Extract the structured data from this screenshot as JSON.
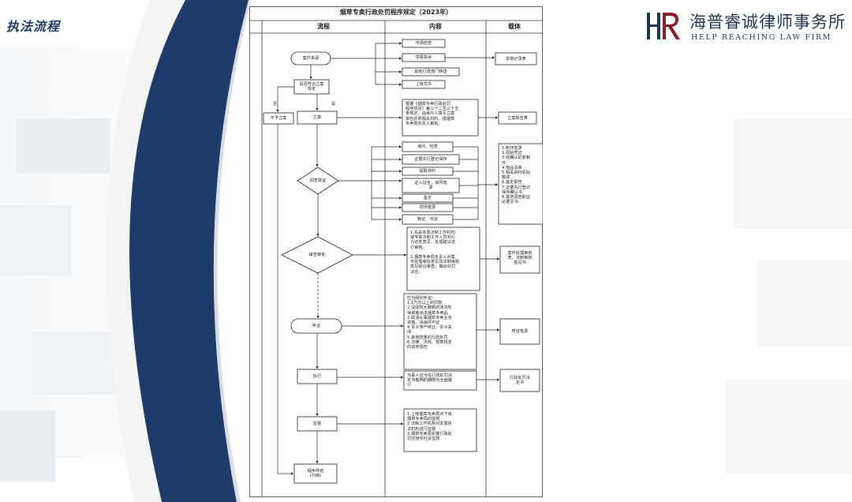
{
  "corner_title": "执法流程",
  "logo": {
    "mark": "HR",
    "chinese": "海普睿诚律师事务所",
    "english": "HELP REACHING LAW FIRM"
  },
  "flowchart": {
    "title": "烟草专卖行政处罚程序规定（2023年）",
    "columns": {
      "process": "流程",
      "content": "内容",
      "carrier": "载体"
    },
    "process": {
      "case_source": "案件来源",
      "meets_criteria": "是否符合立案\n规定",
      "no_case": "不予立案",
      "no": "否",
      "yes": "是",
      "file_case": "立案",
      "investigate": "调查取证",
      "review": "审查审批",
      "hearing": "听证",
      "execute": "执行",
      "supervise": "监督",
      "end": "程序终结\n(归档)"
    },
    "content": {
      "sources": [
        "市场检查",
        "举报投诉",
        "其他行政部门移送",
        "上级交办"
      ],
      "filing_text": "根据《烟草专卖行政处罚\n程序规定》第三十二至三十五\n条规定，由承办人填写立案\n报告并附相关材料，报烟草\n专卖局负责人审批。",
      "investigation_items": [
        "询问、检查",
        "证据先行登记保存",
        "提取资料",
        "证人证言、询问笔\n录",
        "鉴定",
        "现场笔录",
        "物证、书证"
      ],
      "review_text": "1.先由本局法制工作机构\n或专职法制工作人员对行\n为定性意见、处理建议进\n行审核。\n\n2.烟草专卖局负责人对案\n件处理审批意见及法制审核\n意见综合审查，做出处罚\n决定。",
      "hearing_text": "应当组织听证：\n1.1万元以上的罚款\n2.没收较大数额的违法所\n得或者违法烟草专卖品\n3.取消从事烟草专卖业务\n资格、吊销许可证\n4.责令停产停业、责令关\n闭\n5.其他较重的行政处罚\n6.法律、法规、规章规定\n的其他情形",
      "execute_text": "当事人应当在行政处罚决\n定书载明的期限内全面履\n行",
      "supervise_text": "1.上级烟草专卖局对下级\n烟草专卖局的监督\n2.法制工作机构对本局执\n法机构进行监督\n3.烟草专卖局实施行政处\n罚应接受社会监督"
    },
    "carrier": {
      "report_record": "举报记录表",
      "filing_report": "立案报告表",
      "evidence_list": "1.制作笔录\n2.原始凭证\n3.经确认的复制\n件\n4.物品清单\n5.相关资料原始\n载体\n6.鉴定报告\n7.证据先行登记\n保存确认书\n8.其他调查取证\n必要文书",
      "review_form": "案件处理审批\n表、法制审核\n意见书",
      "hearing_record": "听证笔录",
      "penalty_decision": "行政处罚决\n定书"
    }
  }
}
